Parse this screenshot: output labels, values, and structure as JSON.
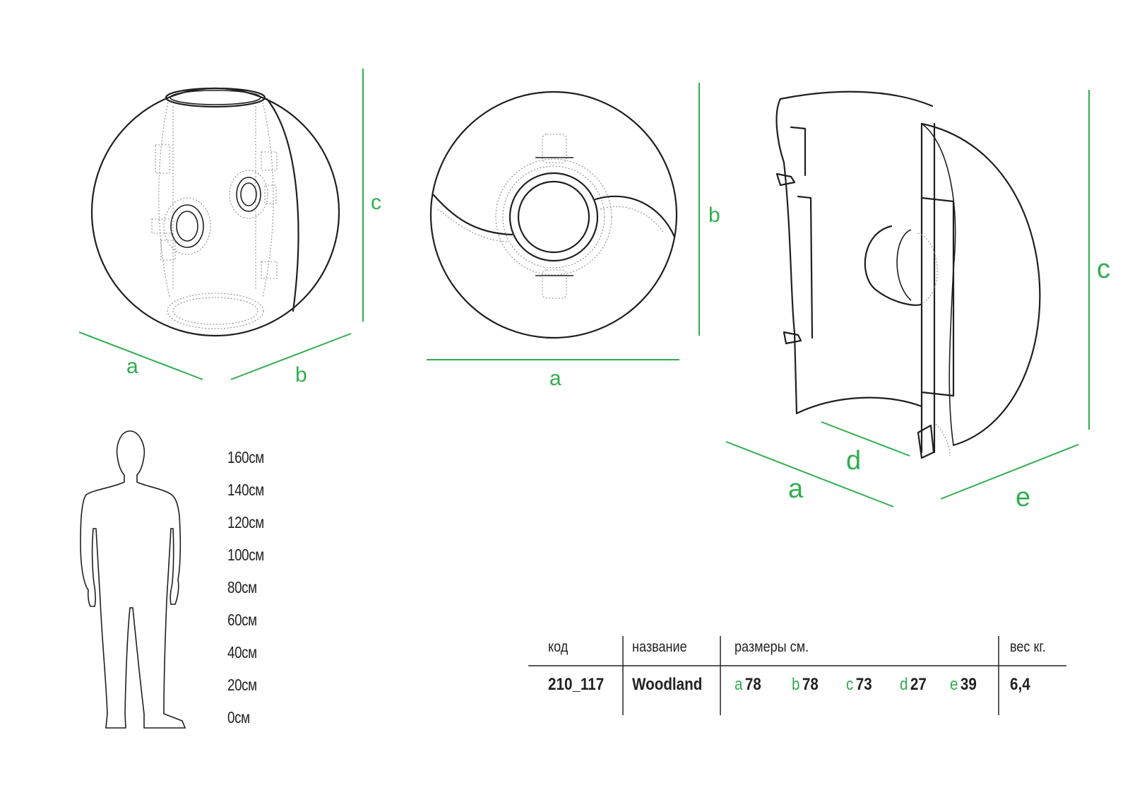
{
  "dimension_labels": {
    "view1": {
      "a": "a",
      "b": "b",
      "c": "c"
    },
    "view2": {
      "a": "a",
      "b": "b"
    },
    "view3": {
      "a": "a",
      "c": "c",
      "d": "d",
      "e": "e"
    }
  },
  "colors": {
    "accent": "#2fae4f",
    "outline": "#1f1f1f",
    "hidden_edge": "#8d8d8d"
  },
  "scale": [
    "160см",
    "140см",
    "120см",
    "100см",
    "80см",
    "60см",
    "40см",
    "20см",
    "0см"
  ],
  "spec": {
    "headers": {
      "code": "код",
      "name": "название",
      "dims": "размеры см.",
      "weight": "вес кг."
    },
    "row": {
      "code": "210_117",
      "name": "Woodland",
      "dims": [
        {
          "key": "a",
          "value": "78"
        },
        {
          "key": "b",
          "value": "78"
        },
        {
          "key": "c",
          "value": "73"
        },
        {
          "key": "d",
          "value": "27"
        },
        {
          "key": "e",
          "value": "39"
        }
      ],
      "weight": "6,4"
    }
  }
}
